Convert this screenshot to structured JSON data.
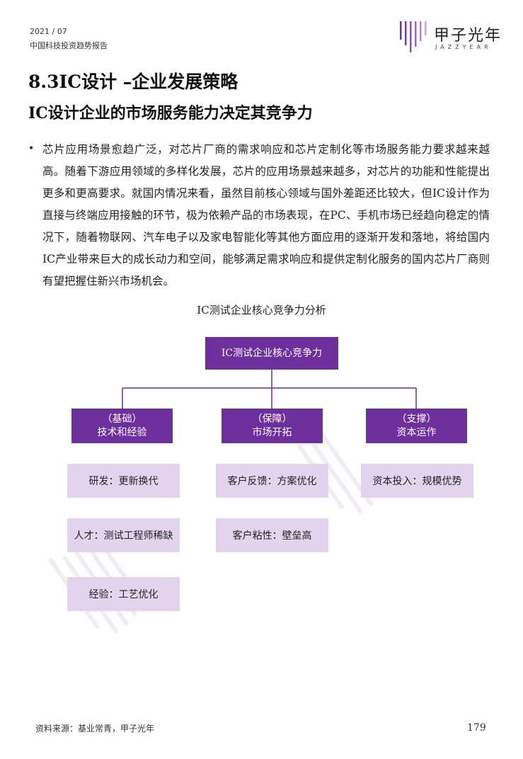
{
  "header": {
    "date": "2021 / 07",
    "report": "中国科技投资趋势报告"
  },
  "logo": {
    "cn": "甲子光年",
    "en": "JAZZYEAR"
  },
  "section_title": "8.3IC设计 –企业发展策略",
  "section_subtitle": "IC设计企业的市场服务能力决定其竞争力",
  "paragraph": "芯片应用场景愈趋广泛，对芯片厂商的需求响应和芯片定制化等市场服务能力要求越来越高。随着下游应用领域的多样化发展，芯片的应用场景越来越多，对芯片的功能和性能提出更多和更高要求。就国内情况来看，虽然目前核心领域与国外差距还比较大，但IC设计作为直接与终端应用接触的环节，极为依赖产品的市场表现，在PC、手机市场已经趋向稳定的情况下，随着物联网、汽车电子以及家电智能化等其他方面应用的逐渐开发和落地，将给国内IC产业带来巨大的成长动力和空间，能够满足需求响应和提供定制化服务的国内芯片厂商则有望把握住新兴市场机会。",
  "diagram": {
    "title": "IC测试企业核心竞争力分析",
    "root": "IC测试企业核心竞争力",
    "columns": [
      {
        "tag": "（基础）",
        "label": "技术和经验",
        "items": [
          "研发：更新换代",
          "人才：测试工程师稀缺",
          "经验：工艺优化"
        ]
      },
      {
        "tag": "（保障）",
        "label": "市场开拓",
        "items": [
          "客户反馈：方案优化",
          "客户粘性：壁垒高"
        ]
      },
      {
        "tag": "（支撑）",
        "label": "资本运作",
        "items": [
          "资本投入：规模优势"
        ]
      }
    ]
  },
  "colors": {
    "primary_purple": "#6d2f9c",
    "light_purple": "#e3d4ee"
  },
  "footer": {
    "source": "资料来源：基业常青，甲子光年",
    "page": "179"
  }
}
